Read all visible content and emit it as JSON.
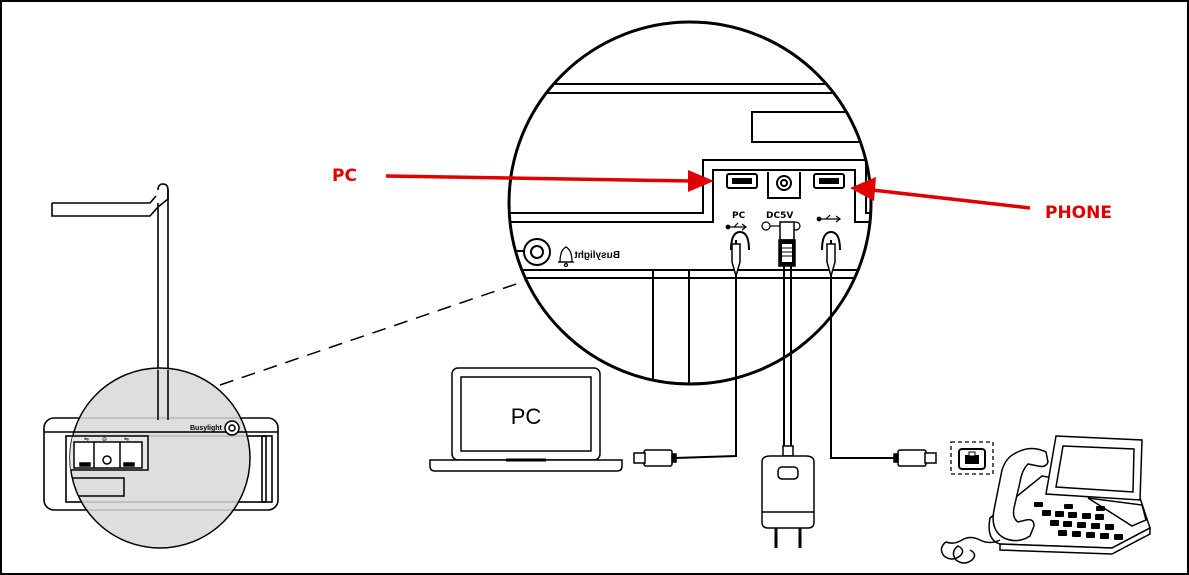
{
  "labels": {
    "pc_arrow": "PC",
    "phone_arrow": "PHONE",
    "laptop_screen": "PC",
    "port_pc": "PC",
    "port_dc": "DC5V",
    "busylight_zoom": "Busylight",
    "busylight_small": "Busylight"
  },
  "colors": {
    "arrow": "#e00000",
    "line": "#000000",
    "magnifier_fill": "#dcdcdc",
    "background": "#ffffff"
  },
  "icons": {
    "usb": "usb-icon",
    "power": "power-plug-icon",
    "bell": "bell-icon"
  }
}
